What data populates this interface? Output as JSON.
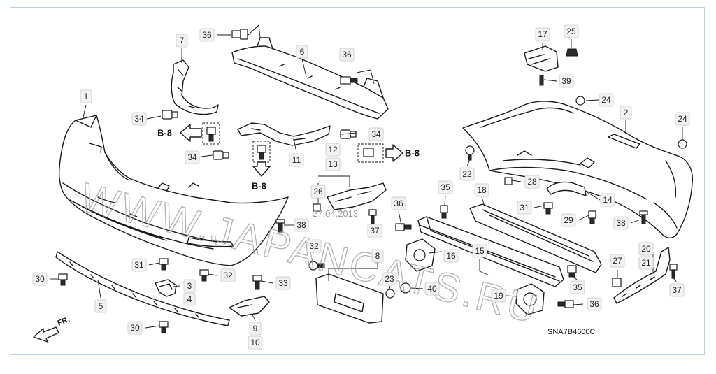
{
  "diagram_code": "SNA7B4600C",
  "direction_label": "FR.",
  "watermark": {
    "text": "WWW.JAPANCATS.RU",
    "date": "27.04.2013"
  },
  "ref_labels": [
    "B-8",
    "B-8",
    "B-8"
  ],
  "callouts": [
    "1",
    "2",
    "3",
    "4",
    "5",
    "6",
    "7",
    "8",
    "9",
    "10",
    "11",
    "12",
    "13",
    "14",
    "15",
    "16",
    "17",
    "18",
    "19",
    "20",
    "21",
    "22",
    "23",
    "24",
    "24",
    "25",
    "26",
    "27",
    "28",
    "29",
    "30",
    "30",
    "31",
    "31",
    "32",
    "32",
    "33",
    "34",
    "34",
    "34",
    "35",
    "35",
    "36",
    "36",
    "36",
    "36",
    "37",
    "37",
    "38",
    "38",
    "39",
    "40"
  ],
  "colors": {
    "frame": "#b8d4ec",
    "callout_bg": "#f2f2f2",
    "line": "#1a1a1a",
    "watermark": "#9a9a9a"
  }
}
